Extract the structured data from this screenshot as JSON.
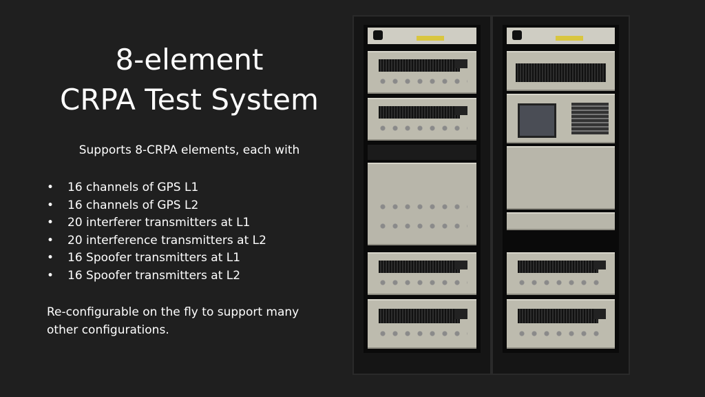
{
  "slide": {
    "title_line1": "8-element",
    "title_line2": "CRPA Test System",
    "subtitle": "Supports 8-CRPA elements, each with",
    "bullet_char": "•",
    "bullets": [
      "16 channels of GPS L1",
      "16 channels of GPS L2",
      "20 interferer transmitters at L1",
      "20 interference transmitters at L2",
      "16 Spoofer transmitters at L1",
      "16 Spoofer transmitters at L2"
    ],
    "note": "Re-configurable on the fly to support many other configurations."
  },
  "photo": {
    "subject": "equipment-rack-photo",
    "colors": {
      "background": "#1f1f1f",
      "panel": "#bdbbae",
      "rack": "#0c0c0c"
    }
  }
}
